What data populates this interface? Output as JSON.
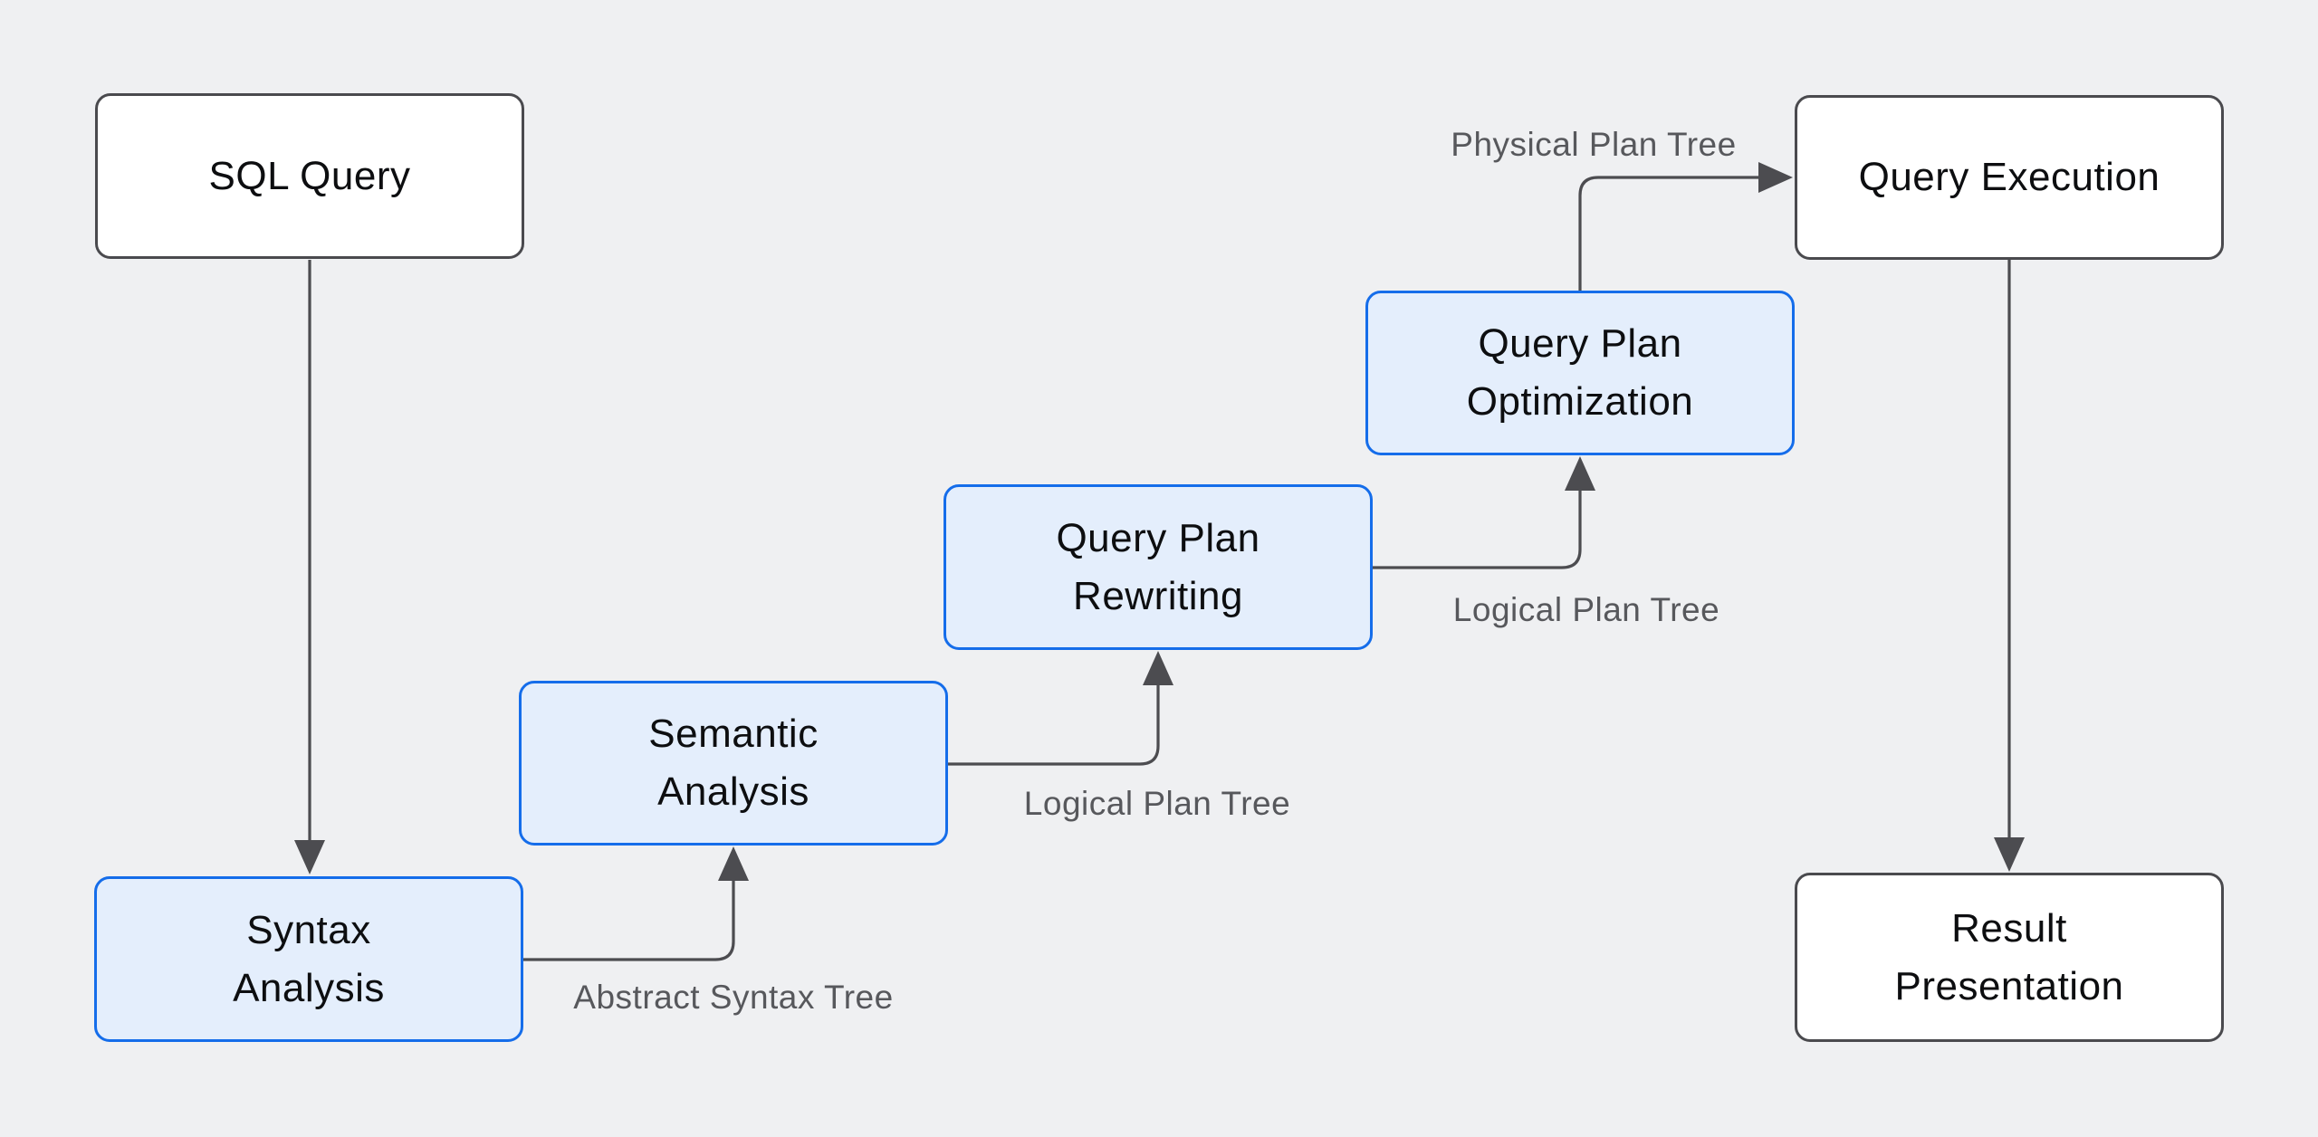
{
  "diagram": {
    "description": "SQL query processing pipeline flowchart",
    "colors": {
      "background": "#eff0f2",
      "node_fill_white": "#ffffff",
      "node_border_dark": "#4a4a4e",
      "node_fill_blue": "#e4eefc",
      "node_border_blue": "#156dea",
      "connector": "#4c4c50",
      "node_text": "#0d0e10",
      "edge_label_text": "#57585c"
    },
    "nodes": [
      {
        "id": "sql-query",
        "label": "SQL Query",
        "style": "white"
      },
      {
        "id": "syntax-analysis",
        "label": "Syntax\nAnalysis",
        "style": "blue"
      },
      {
        "id": "semantic-analysis",
        "label": "Semantic\nAnalysis",
        "style": "blue"
      },
      {
        "id": "query-plan-rewriting",
        "label": "Query Plan\nRewriting",
        "style": "blue"
      },
      {
        "id": "query-plan-optimization",
        "label": "Query Plan\nOptimization",
        "style": "blue"
      },
      {
        "id": "query-execution",
        "label": "Query Execution",
        "style": "white"
      },
      {
        "id": "result-presentation",
        "label": "Result\nPresentation",
        "style": "white"
      }
    ],
    "edges": [
      {
        "from": "sql-query",
        "to": "syntax-analysis",
        "label": ""
      },
      {
        "from": "syntax-analysis",
        "to": "semantic-analysis",
        "label": "Abstract Syntax Tree"
      },
      {
        "from": "semantic-analysis",
        "to": "query-plan-rewriting",
        "label": "Logical Plan Tree"
      },
      {
        "from": "query-plan-rewriting",
        "to": "query-plan-optimization",
        "label": "Logical Plan Tree"
      },
      {
        "from": "query-plan-optimization",
        "to": "query-execution",
        "label": "Physical Plan Tree"
      },
      {
        "from": "query-execution",
        "to": "result-presentation",
        "label": ""
      }
    ]
  }
}
